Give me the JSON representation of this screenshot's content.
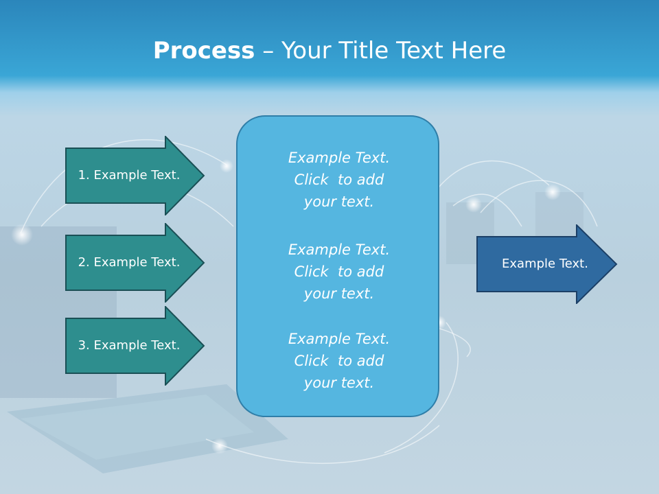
{
  "title": {
    "bold": "Process",
    "rest": " – Your Title Text Here"
  },
  "inputs": [
    {
      "label": "1. Example Text."
    },
    {
      "label": "2. Example Text."
    },
    {
      "label": "3. Example Text."
    }
  ],
  "center_box": {
    "paragraphs": [
      "Example Text.\nClick  to add\nyour text.",
      "Example Text.\nClick  to add\nyour text.",
      "Example Text.\nClick  to add\nyour text."
    ]
  },
  "output": {
    "label": "Example Text."
  },
  "colors": {
    "header": "#2b86bb",
    "input_arrow_fill": "#2e8e8e",
    "input_arrow_stroke": "#1a4f55",
    "center_box_fill": "#55b6e0",
    "output_arrow_fill": "#2f6aa0",
    "output_arrow_stroke": "#1b3f66"
  }
}
